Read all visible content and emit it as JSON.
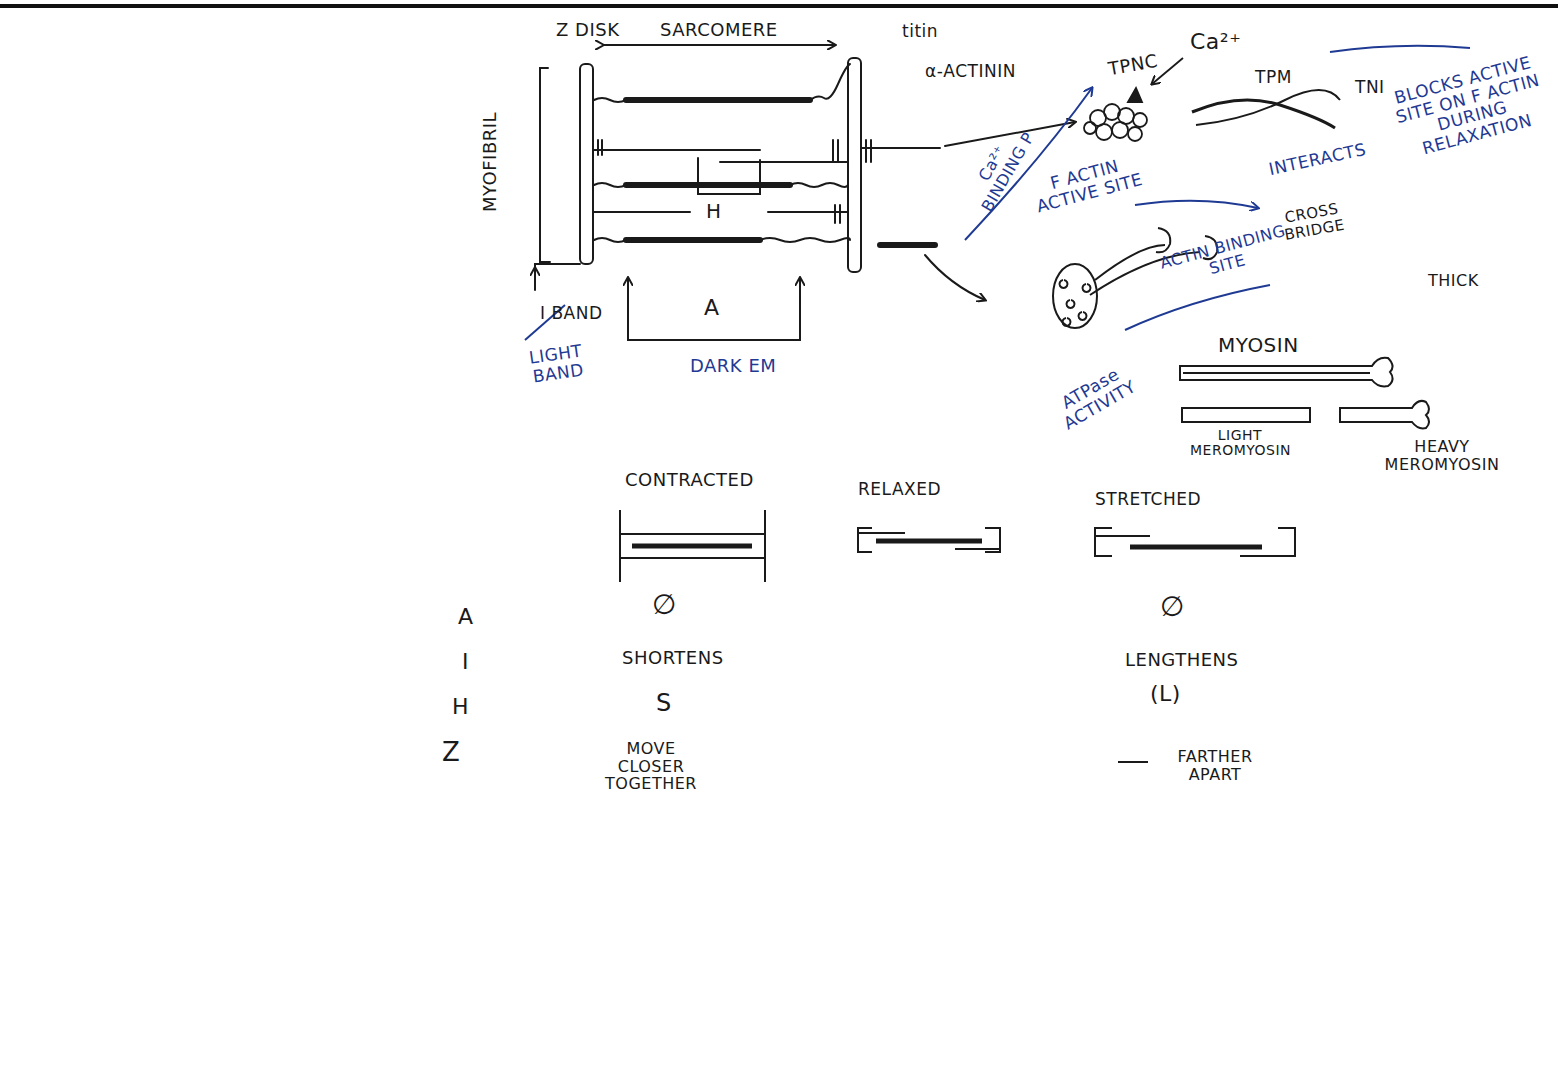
{
  "diagram": {
    "labels": [
      "Z DISK",
      "SARCOMERE",
      "titin",
      "α-ACTININ",
      "MYOFIBRIL",
      "H",
      "I BAND",
      "A",
      "LIGHT BAND",
      "DARK EM",
      "TPNC",
      "Ca²⁺",
      "TPM",
      "TNI",
      "BLOCKS ACTIVE SITE ON F ACTIN DURING RELAXATION",
      "Ca²⁺ BINDING P",
      "F ACTIN ACTIVE SITE",
      "INTERACTS",
      "CROSS BRIDGE",
      "ACTIN BINDING SITE",
      "THICK",
      "MYOSIN",
      "ATPase ACTIVITY",
      "LIGHT MEROMYOSIN",
      "HEAVY MEROMYOSIN",
      "CONTRACTED",
      "RELAXED",
      "STRETCHED",
      "A",
      "I",
      "H",
      "Z",
      "∅",
      "SHORTENS",
      "S",
      "MOVE CLOSER TOGETHER",
      "∅",
      "LENGTHENS",
      "(L)",
      "FARTHER APART"
    ]
  }
}
